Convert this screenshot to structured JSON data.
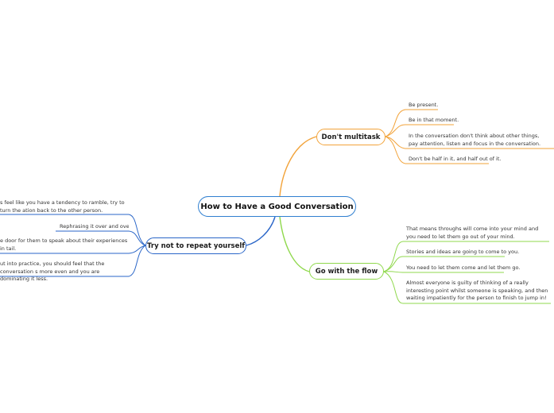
{
  "central": {
    "label": "How to Have a Good Conversation"
  },
  "branches": {
    "multitask": {
      "label": "Don't multitask",
      "color": "#f2a33a",
      "items": [
        "Be present.",
        "Be in that moment.",
        "In the conversation don't think about other things, pay attention, listen and focus in the conversation.",
        "Don't be half in it, and half out of it."
      ]
    },
    "flow": {
      "label": "Go with the flow",
      "color": "#8fd84c",
      "items": [
        "That means throughs will come into your mind and you need to let them go out of your mind.",
        "Stories and ideas are going to come to you.",
        "You need to let them come and let them go.",
        "Almost everyone is guilty of thinking of a really interesting point whilst someone is speaking, and then waiting impatiently for the person to finish to jump in!"
      ]
    },
    "repeat": {
      "label": "Try not to repeat yourself",
      "color": "#2a66c8",
      "items": [
        "s feel like you have a tendency to ramble, try to turn the ation back to the other person.",
        "Rephrasing it over and over",
        "e door for them to speak about their experiences in tail.",
        "ut into practice, you should feel that the conversation s more even and you are dominating it less."
      ]
    }
  }
}
